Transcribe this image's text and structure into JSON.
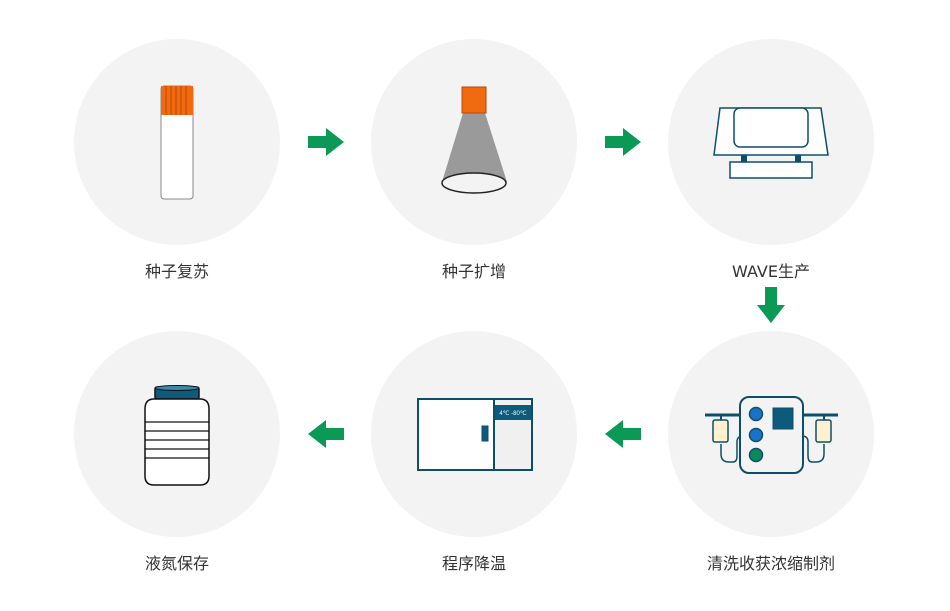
{
  "steps": [
    {
      "label": "种子复苏",
      "icon": "vial-icon"
    },
    {
      "label": "种子扩增",
      "icon": "flask-icon"
    },
    {
      "label": "WAVE生产",
      "icon": "wave-bioreactor-icon"
    },
    {
      "label": "清洗收获浓缩制剂",
      "icon": "wash-harvest-device-icon"
    },
    {
      "label": "程序降温",
      "icon": "controlled-rate-freezer-icon",
      "display": "4℃ -80℃"
    },
    {
      "label": "液氮保存",
      "icon": "liquid-nitrogen-tank-icon"
    }
  ],
  "colors": {
    "arrow": "#0a9a55",
    "dark": "#0d4f6b",
    "orange": "#f26a10",
    "circle": "#f3f3f3"
  }
}
